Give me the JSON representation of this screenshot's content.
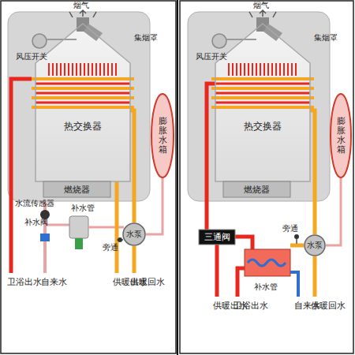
{
  "diagram": {
    "nodes": [
      {
        "text": [
          "热交换器"
        ]
      },
      {
        "text": [
          "燃烧器"
        ]
      },
      {
        "text": [
          "膨胀水箱"
        ]
      },
      {
        "text": [
          "水泵"
        ]
      },
      {
        "text": [
          "热交换器"
        ]
      },
      {
        "text": [
          "燃烧器"
        ]
      },
      {
        "text": [
          "膨胀水箱"
        ]
      },
      {
        "text": [
          "三通阀"
        ]
      },
      {
        "text": [
          "水泵"
        ]
      }
    ],
    "edges": [
      {
        "from": 3,
        "to": 0,
        "arrow": "none"
      },
      {
        "from": 2,
        "to": 3,
        "arrow": "none"
      },
      {
        "from": 6,
        "to": 8,
        "arrow": "none"
      },
      {
        "from": 8,
        "to": 4,
        "arrow": "none"
      },
      {
        "from": 4,
        "to": 7,
        "arrow": "none"
      }
    ],
    "labels": [
      "烟气",
      "风压开关",
      "集烟罩",
      "补水管",
      "水流传感器",
      "补水阀",
      "旁通",
      "卫浴出水",
      "自来水",
      "供暖出水",
      "供暖回水",
      "烟气",
      "风压开关",
      "集烟罩",
      "旁通",
      "补水管",
      "供暖出水",
      "卫浴出水",
      "自来水",
      "供暖回水"
    ]
  }
}
